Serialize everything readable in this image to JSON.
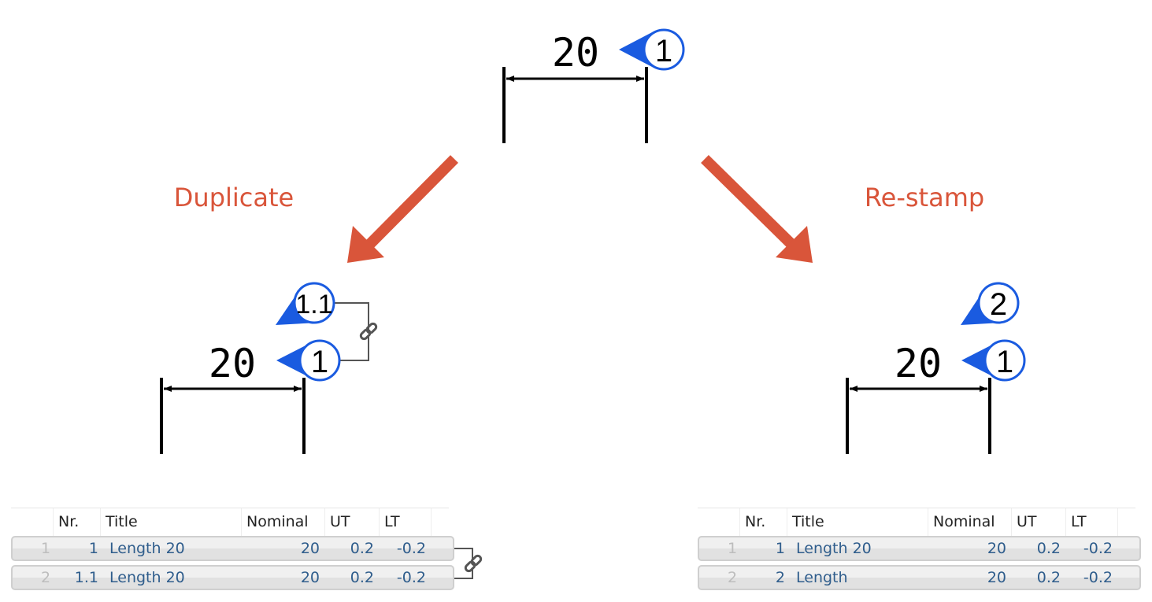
{
  "colors": {
    "balloon": "#1a5be0",
    "arrow": "#d9553a",
    "text_link": "#2f5d8c"
  },
  "top": {
    "dimension": "20",
    "balloon": "1"
  },
  "duplicate": {
    "label": "Duplicate",
    "dimension": "20",
    "balloon_main": "1",
    "balloon_dup": "1.1",
    "link_icon": "chain-link-icon"
  },
  "restamp": {
    "label": "Re-stamp",
    "dimension": "20",
    "balloon_main": "1",
    "balloon_new": "2"
  },
  "tables": [
    {
      "headers": [
        "",
        "Nr.",
        "Title",
        "Nominal",
        "UT",
        "LT"
      ],
      "rows": [
        [
          "1",
          "1",
          "Length 20",
          "20",
          "0.2",
          "-0.2"
        ],
        [
          "2",
          "1.1",
          "Length 20",
          "20",
          "0.2",
          "-0.2"
        ]
      ]
    },
    {
      "headers": [
        "",
        "Nr.",
        "Title",
        "Nominal",
        "UT",
        "LT"
      ],
      "rows": [
        [
          "1",
          "1",
          "Length 20",
          "20",
          "0.2",
          "-0.2"
        ],
        [
          "2",
          "2",
          "Length",
          "20",
          "0.2",
          "-0.2"
        ]
      ]
    }
  ]
}
